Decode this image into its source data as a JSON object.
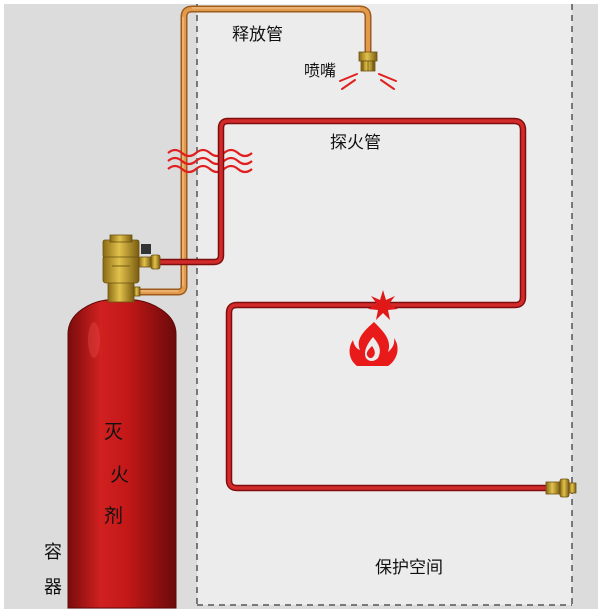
{
  "labels": {
    "release_pipe": "释放管",
    "nozzle": "喷嘴",
    "detection_tube": "探火管",
    "protected_space": "保护空间",
    "agent_chars": [
      "灭",
      "火",
      "剂"
    ],
    "container_chars": [
      "容",
      "器"
    ]
  },
  "colors": {
    "background_panel": "#dcdcdc",
    "protected_space": "#ececec",
    "cylinder_red": "#c41818",
    "detection_tube_red": "#c82222",
    "release_pipe_copper": "#d8893a",
    "valve_brass": "#c9a636",
    "heat_symbol_red": "#e02020",
    "dashed_border": "#555555"
  },
  "icons": {
    "fire": "fire-icon",
    "burst": "burst-icon",
    "heat_waves": "heat-wave-icon",
    "nozzle": "nozzle-icon"
  }
}
